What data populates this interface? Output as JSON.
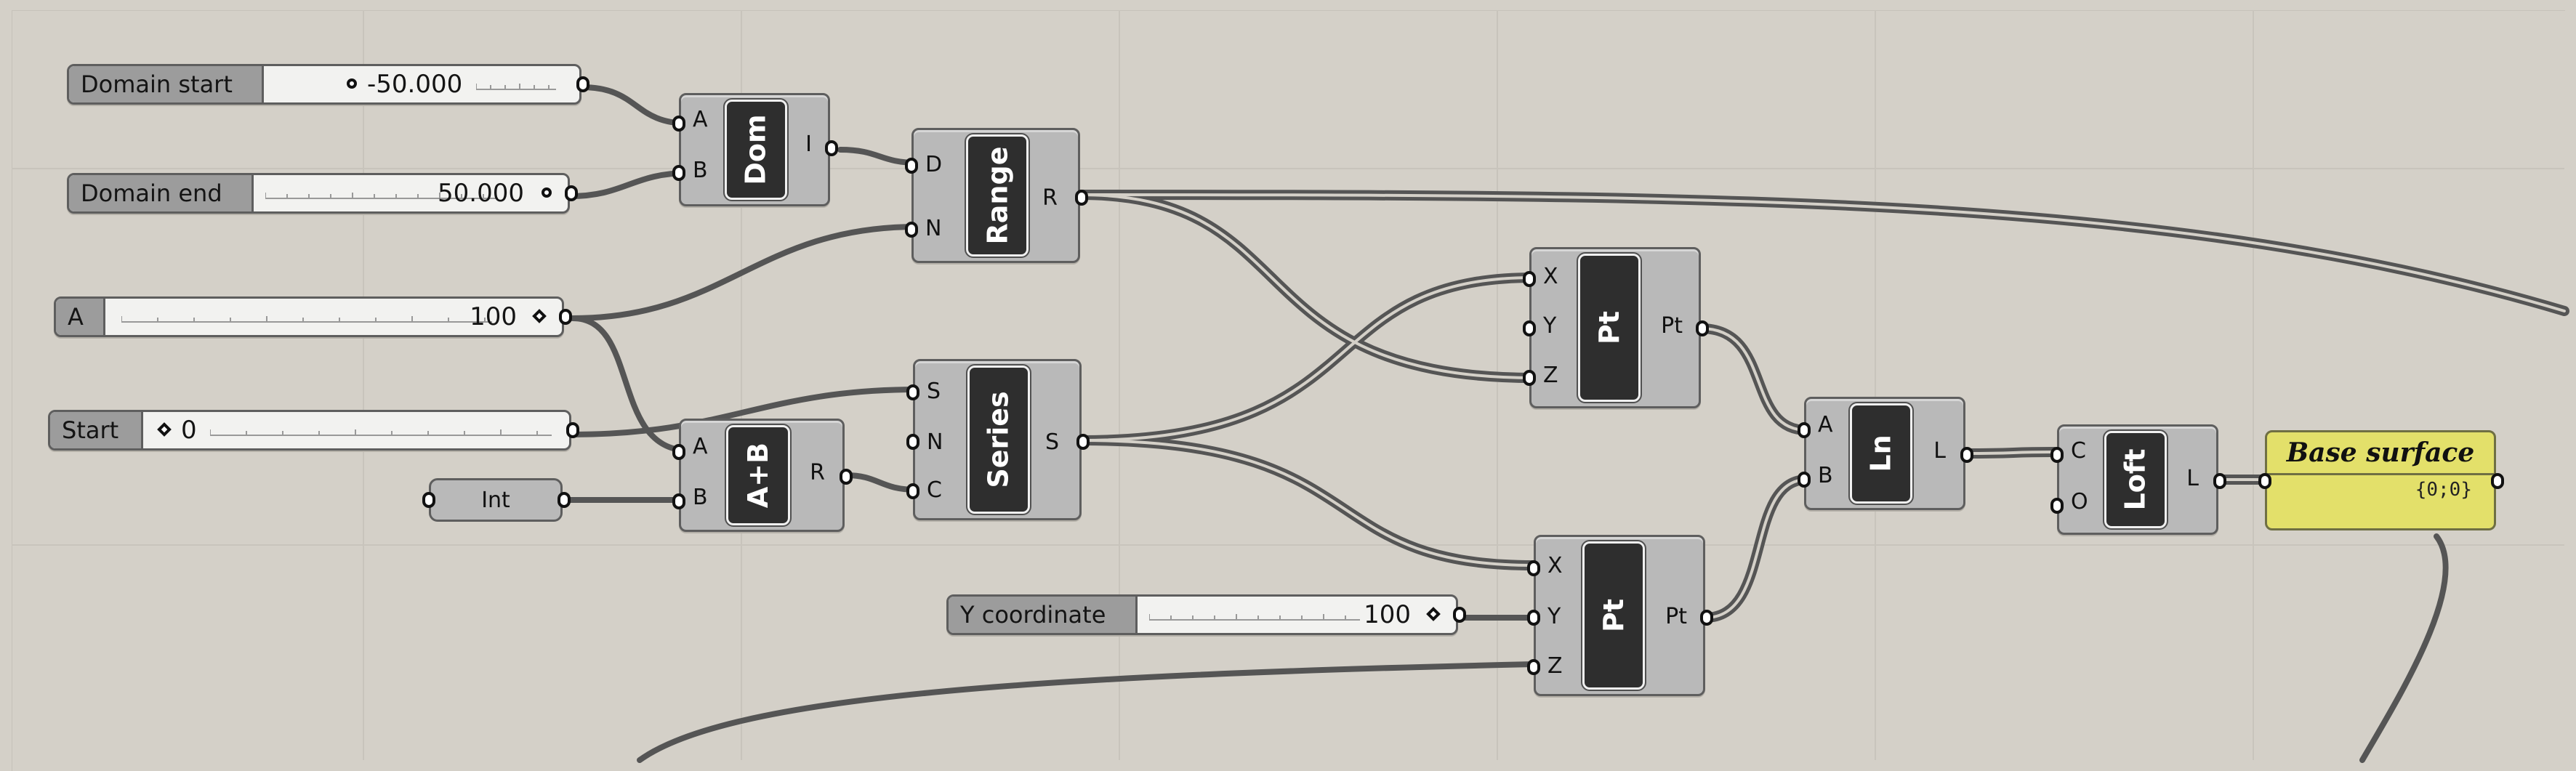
{
  "sliders": [
    {
      "id": "domain-start",
      "label": "Domain start",
      "value": "-50.000",
      "symbol": "circle"
    },
    {
      "id": "domain-end",
      "label": "Domain end",
      "value": "50.000",
      "symbol": "circle"
    },
    {
      "id": "a",
      "label": "A",
      "value": "100",
      "symbol": "diamond"
    },
    {
      "id": "start",
      "label": "Start",
      "value": "0",
      "symbol": "diamond"
    },
    {
      "id": "y-coordinate",
      "label": "Y coordinate",
      "value": "100",
      "symbol": "diamond"
    }
  ],
  "int_param": {
    "label": "Int"
  },
  "components": {
    "dom": {
      "name": "Dom",
      "inputs": [
        "A",
        "B"
      ],
      "outputs": [
        "I"
      ]
    },
    "range": {
      "name": "Range",
      "inputs": [
        "D",
        "N"
      ],
      "outputs": [
        "R"
      ]
    },
    "add": {
      "name": "A+B",
      "inputs": [
        "A",
        "B"
      ],
      "outputs": [
        "R"
      ]
    },
    "series": {
      "name": "Series",
      "inputs": [
        "S",
        "N",
        "C"
      ],
      "outputs": [
        "S"
      ]
    },
    "pt1": {
      "name": "Pt",
      "inputs": [
        "X",
        "Y",
        "Z"
      ],
      "outputs": [
        "Pt"
      ]
    },
    "pt2": {
      "name": "Pt",
      "inputs": [
        "X",
        "Y",
        "Z"
      ],
      "outputs": [
        "Pt"
      ]
    },
    "ln": {
      "name": "Ln",
      "inputs": [
        "A",
        "B"
      ],
      "outputs": [
        "L"
      ]
    },
    "loft": {
      "name": "Loft",
      "inputs": [
        "C",
        "O"
      ],
      "outputs": [
        "L"
      ]
    }
  },
  "panel": {
    "title": "Base surface",
    "content": "{0;0}"
  },
  "colors": {
    "canvas": "#d4d0c8",
    "panel": "#e3e06a",
    "wire": "#555555",
    "core": "#2e2e2e"
  }
}
